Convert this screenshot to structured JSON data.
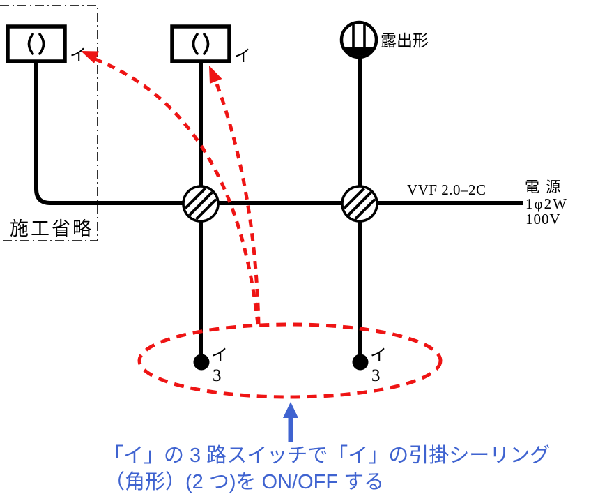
{
  "colors": {
    "line": "#000000",
    "red": "#ee1414",
    "blue": "#3f63d0",
    "box_line": "#1a1a1a",
    "white": "#ffffff"
  },
  "diagram": {
    "omitted_area_label": "施工省略",
    "fixture_left_label": "イ",
    "fixture_middle_label": "イ",
    "lamp_label": "露出形",
    "cable_label": "VVF 2.0–2C",
    "power": {
      "line1": "電 源",
      "line2": "1φ2W",
      "line3": "100V"
    },
    "switch_left": {
      "circuit": "イ",
      "ways": "3"
    },
    "switch_right": {
      "circuit": "イ",
      "ways": "3"
    }
  },
  "annotation": {
    "line1": "「イ」の 3 路スイッチで「イ」の引掛シーリング",
    "line2": "（角形）(2 つ)を ON/OFF する"
  }
}
